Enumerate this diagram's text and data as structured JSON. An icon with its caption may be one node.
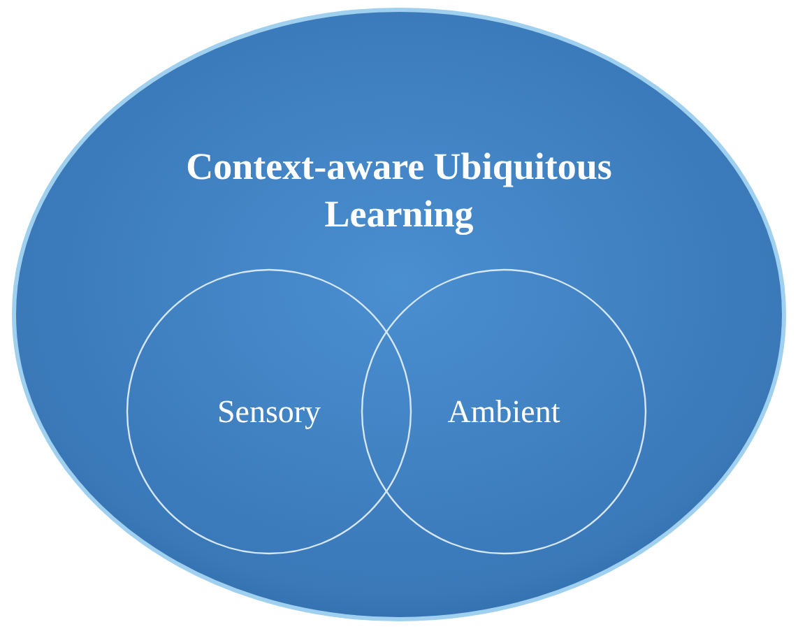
{
  "diagram": {
    "nodes": [
      {
        "text": [
          "Context-aware Ubiquitous Learning"
        ]
      },
      {
        "text": [
          "Sensory"
        ],
        "in": 0
      },
      {
        "text": [
          "Ambient"
        ],
        "in": 0
      }
    ]
  }
}
